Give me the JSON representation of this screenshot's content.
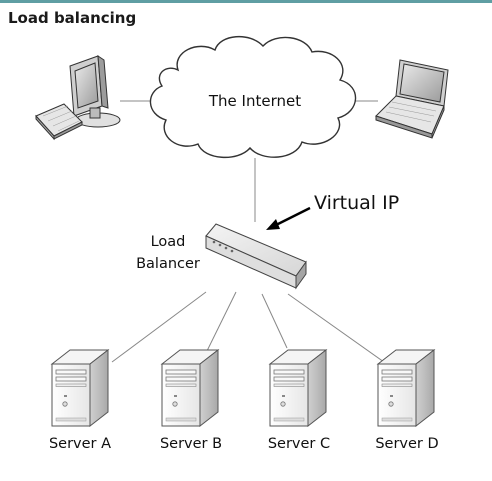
{
  "title": "Load balancing",
  "cloud_label": "The Internet",
  "virtual_ip_label": "Virtual IP",
  "load_balancer_label": [
    "Load",
    "Balancer"
  ],
  "servers": [
    "Server A",
    "Server B",
    "Server C",
    "Server D"
  ],
  "icons": [
    "desktop-computer-icon",
    "laptop-icon",
    "cloud-icon",
    "load-balancer-appliance-icon",
    "server-tower-icon",
    "arrow-icon"
  ]
}
